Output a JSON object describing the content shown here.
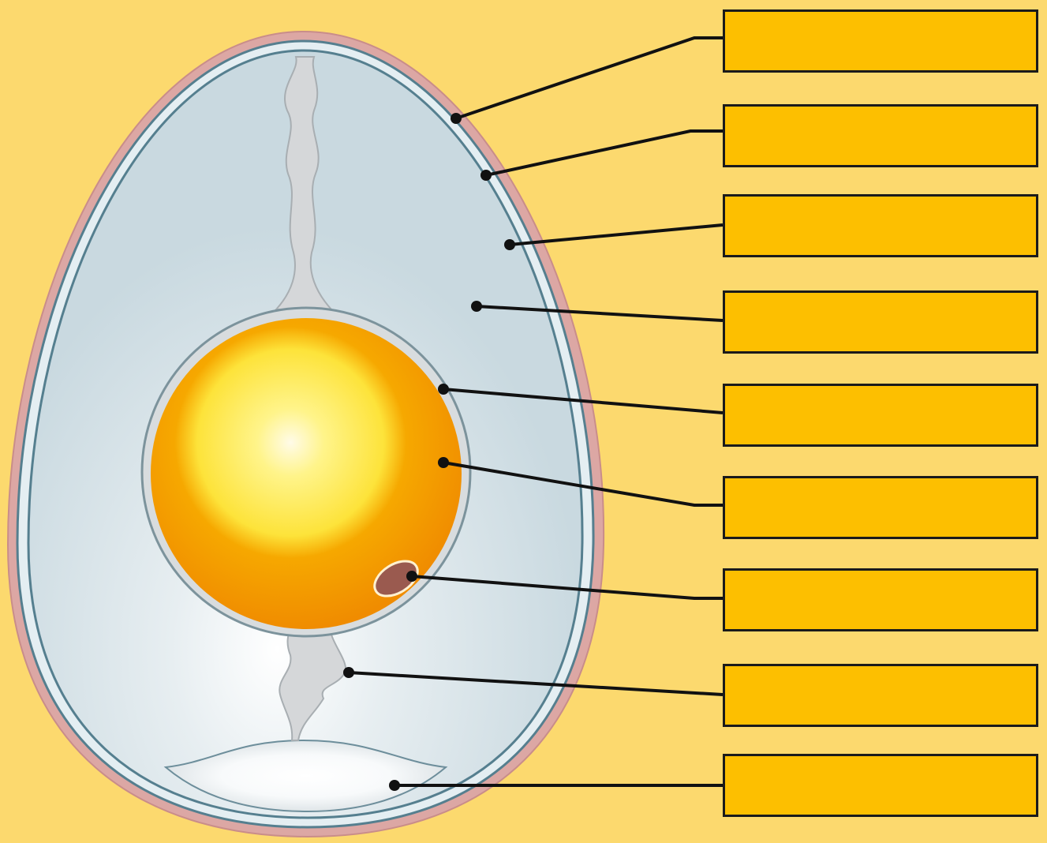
{
  "diagram": {
    "colors": {
      "background": "#fcd96e",
      "shell": "#dba6a3",
      "membrane": "#5f8795",
      "albumen": "#cbdbe2",
      "chalaza": "#d4d7d9",
      "yolk_outer": "#f39a00",
      "yolk_inner": "#fde94a",
      "air_cell": "#ffffff",
      "label_box": "#fdbf00",
      "leader_line": "#111111"
    },
    "labels": [
      {
        "part": "shell",
        "text": ""
      },
      {
        "part": "outer-shell-membrane",
        "text": ""
      },
      {
        "part": "inner-shell-membrane",
        "text": ""
      },
      {
        "part": "albumen",
        "text": ""
      },
      {
        "part": "vitelline-membrane",
        "text": ""
      },
      {
        "part": "yolk",
        "text": ""
      },
      {
        "part": "germinal-disc",
        "text": ""
      },
      {
        "part": "chalaza",
        "text": ""
      },
      {
        "part": "air-cell",
        "text": ""
      }
    ]
  }
}
